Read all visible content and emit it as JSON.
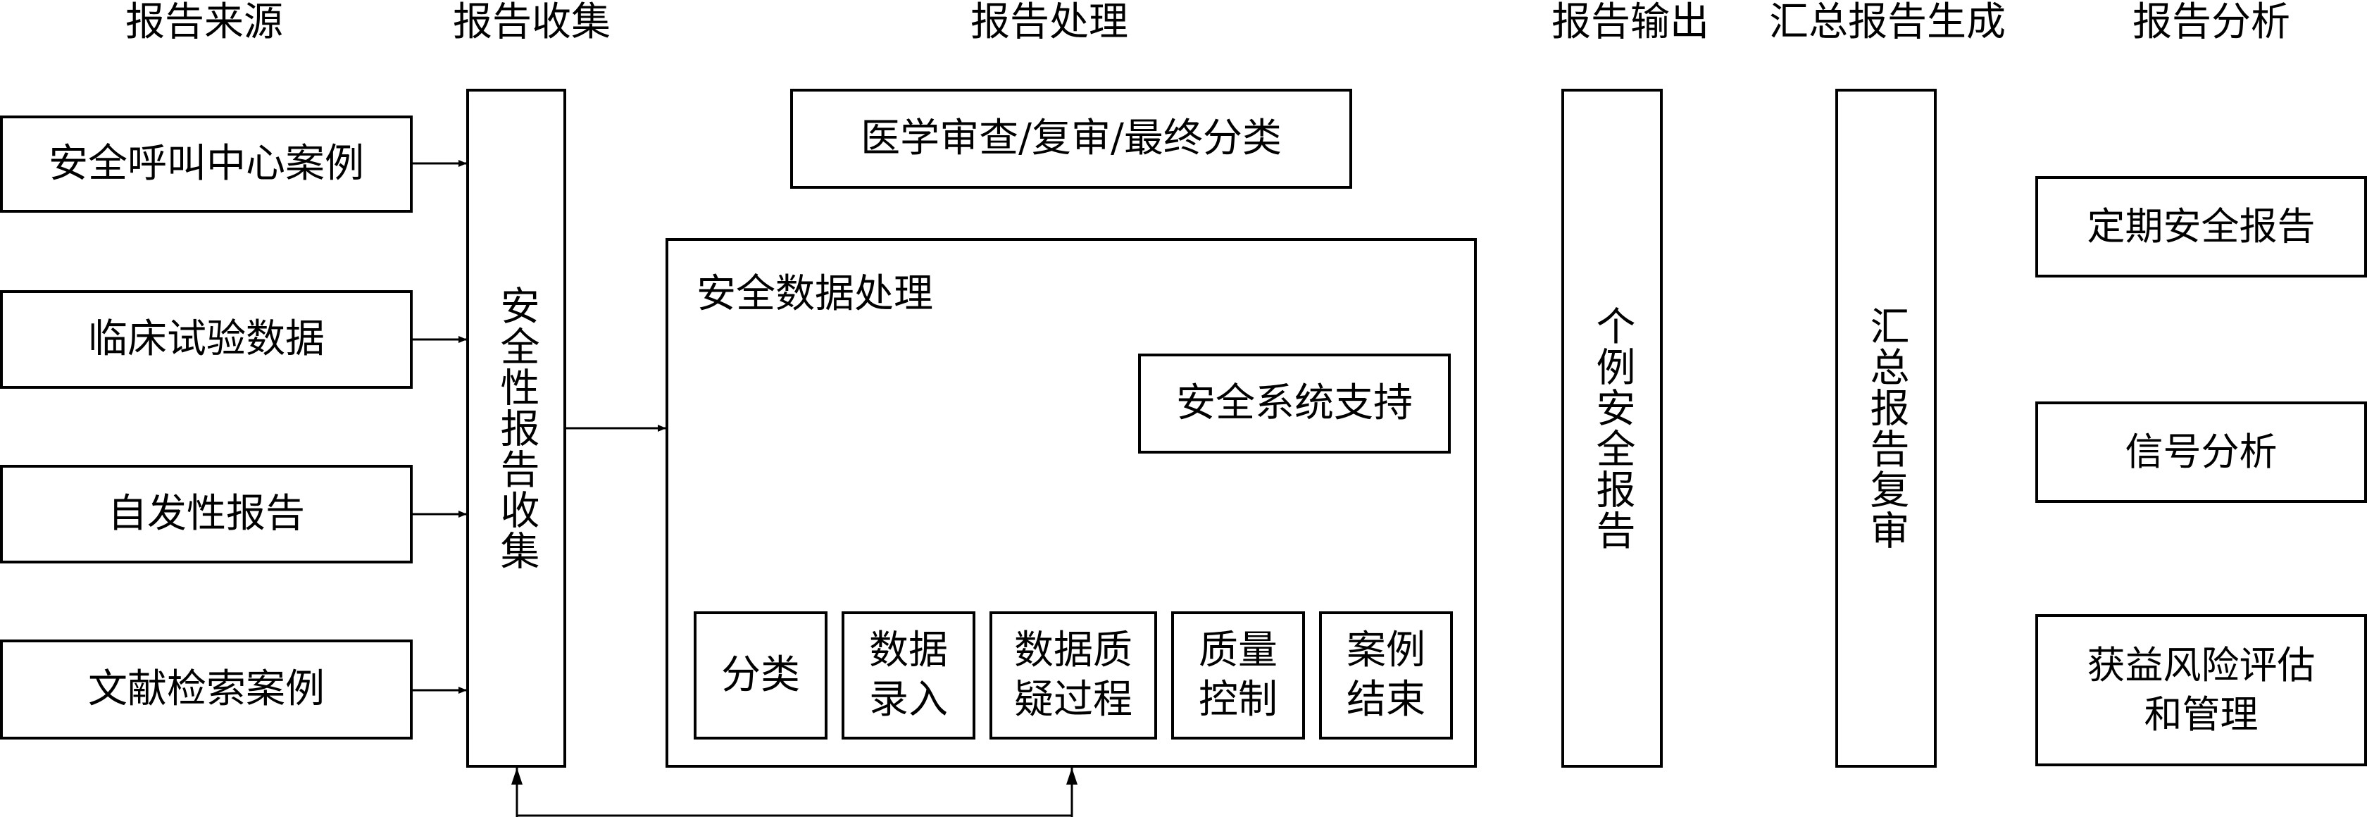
{
  "headers": {
    "source": "报告来源",
    "collection": "报告收集",
    "processing": "报告处理",
    "output": "报告输出",
    "summary": "汇总报告生成",
    "analysis": "报告分析"
  },
  "sources": [
    "安全呼叫中心案例",
    "临床试验数据",
    "自发性报告",
    "文献检索案例"
  ],
  "collection_box": "安全性报告收集",
  "medical_review": "医学审查/复审/最终分类",
  "data_processing": {
    "title": "安全数据处理",
    "system_support": "安全系统支持",
    "steps": [
      "分类",
      "数据\n录入",
      "数据质\n疑过程",
      "质量\n控制",
      "案例\n结束"
    ]
  },
  "output_box": "个例安全报告",
  "summary_box": "汇总报告复审",
  "analysis_boxes": [
    "定期安全报告",
    "信号分析",
    "获益风险评估\n和管理"
  ]
}
